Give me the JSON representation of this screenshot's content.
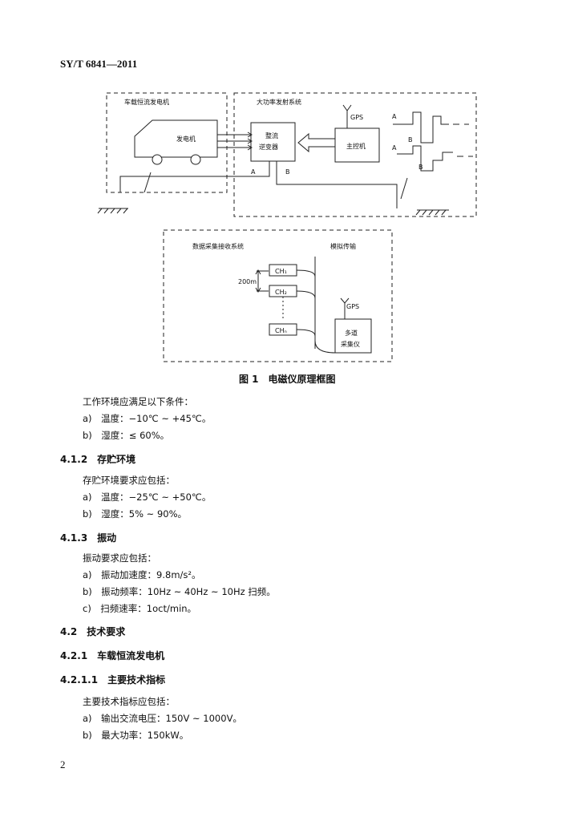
{
  "header": {
    "doc_id": "SY/T 6841—2011"
  },
  "figure": {
    "labels": {
      "vehicle_group": "车载恒流发电机",
      "generator": "发电机",
      "transmit_group": "大功率发射系统",
      "rectifier_line1": "整流",
      "rectifier_line2": "逆变器",
      "main_control": "主控机",
      "gps_top": "GPS",
      "wire_a": "A",
      "wire_b": "B",
      "wave_a": "A",
      "wave_b": "B",
      "wave_a2": "A",
      "wave_b2": "B",
      "acq_group": "数据采集接收系统",
      "analog": "模拟传输",
      "ch1": "CH₁",
      "ch2": "CH₂",
      "chn": "CHₙ",
      "spacing": "200m",
      "gps_bottom": "GPS",
      "multi_line1": "多道",
      "multi_line2": "采集仪"
    },
    "caption": "图 1　电磁仪原理框图"
  },
  "body": {
    "p1": "工作环境应满足以下条件：",
    "p1a": "a)　温度：−10℃ ~ +45℃。",
    "p1b": "b)　湿度：≤ 60%。",
    "s412": "4.1.2　存贮环境",
    "p2": "存贮环境要求应包括：",
    "p2a": "a)　温度：−25℃ ~ +50℃。",
    "p2b": "b)　湿度：5% ~ 90%。",
    "s413": "4.1.3　振动",
    "p3": "振动要求应包括：",
    "p3a": "a)　振动加速度：9.8m/s²。",
    "p3b": "b)　振动频率：10Hz ~ 40Hz ~ 10Hz 扫频。",
    "p3c": "c)　扫频速率：1oct/min。",
    "s42": "4.2　技术要求",
    "s421": "4.2.1　车载恒流发电机",
    "s4211": "4.2.1.1　主要技术指标",
    "p4": "主要技术指标应包括：",
    "p4a": "a)　输出交流电压：150V ~ 1000V。",
    "p4b": "b)　最大功率：150kW。"
  },
  "footer": {
    "page_number": "2"
  }
}
